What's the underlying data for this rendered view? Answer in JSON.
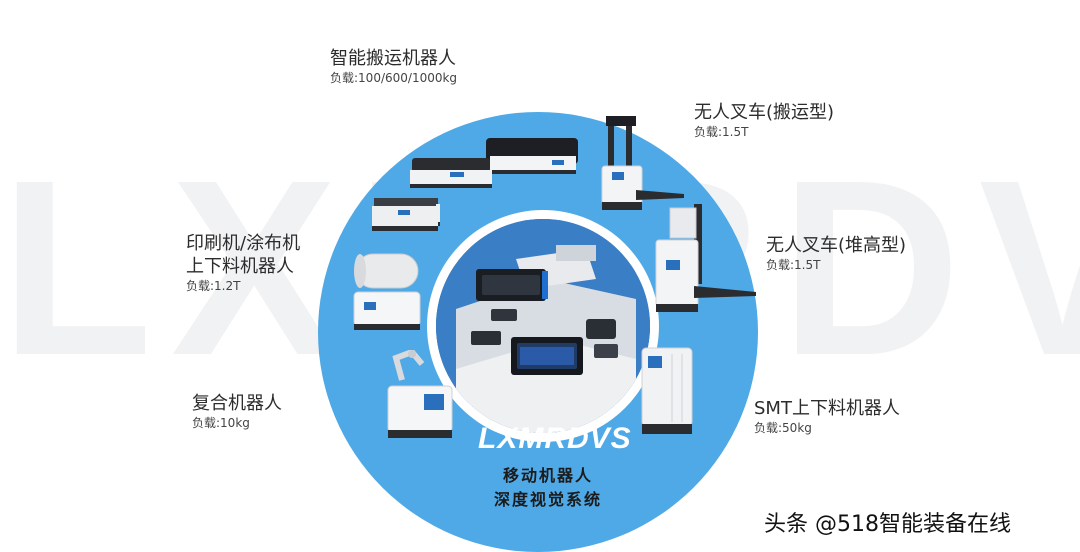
{
  "watermark": "LXMRDVS",
  "center": {
    "brand": "LXMRDVS",
    "subtitle_line1": "移动机器人",
    "subtitle_line2": "深度视觉系统"
  },
  "robots": [
    {
      "id": "handling",
      "title": "智能搬运机器人",
      "load": "负载:100/600/1000kg"
    },
    {
      "id": "forklift-carry",
      "title": "无人叉车(搬运型)",
      "load": "负载:1.5T"
    },
    {
      "id": "printing",
      "title_line1": "印刷机/涂布机",
      "title_line2": "上下料机器人",
      "load": "负载:1.2T"
    },
    {
      "id": "forklift-stack",
      "title": "无人叉车(堆高型)",
      "load": "负载:1.5T"
    },
    {
      "id": "composite",
      "title": "复合机器人",
      "load": "负载:10kg"
    },
    {
      "id": "smt",
      "title": "SMT上下料机器人",
      "load": "负载:50kg"
    }
  ],
  "footer": {
    "text": "头条 @518智能装备在线"
  },
  "colors": {
    "outer_circle": "#4fa9e6",
    "inner_circle": "#2a6fbb",
    "watermark": "#f1f2f4"
  }
}
